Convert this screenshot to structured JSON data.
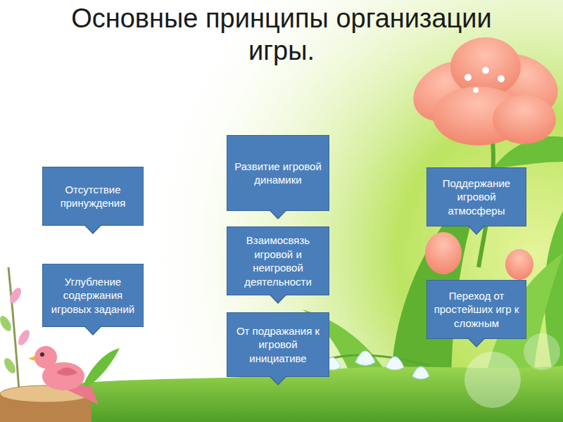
{
  "diagram": {
    "title": "Основные принципы организации игры.",
    "nodes": [
      {
        "text": [
          "Отсутствие принуждения"
        ]
      },
      {
        "text": [
          "Углубление содержания игровых заданий"
        ]
      },
      {
        "text": [
          "Развитие игровой динамики"
        ]
      },
      {
        "text": [
          "Взаимосвязь игровой и неигровой деятельности"
        ]
      },
      {
        "text": [
          "От подражания к игровой инициативе"
        ]
      },
      {
        "text": [
          "Поддержание игровой атмосферы"
        ]
      },
      {
        "text": [
          "Переход от простейших игр к сложным"
        ]
      }
    ]
  }
}
